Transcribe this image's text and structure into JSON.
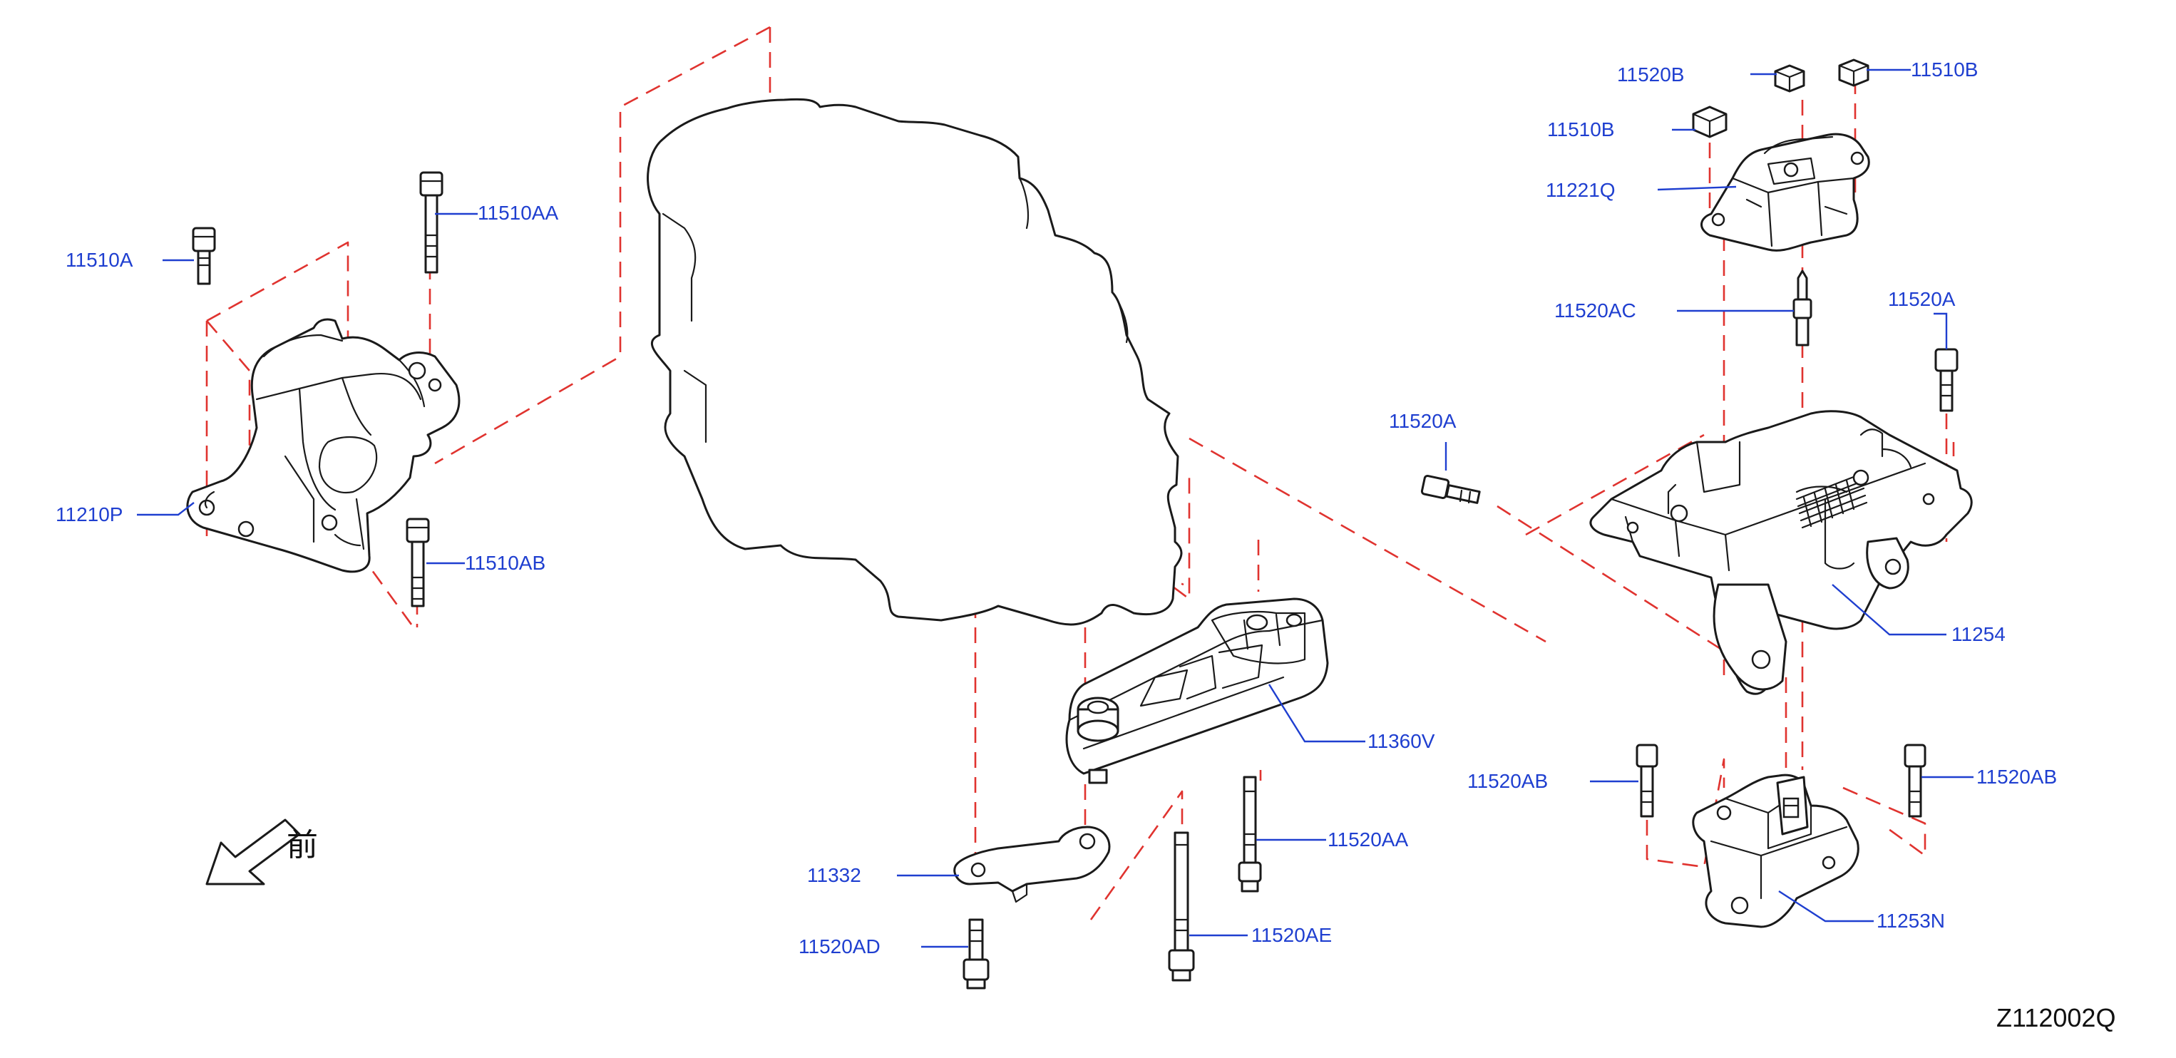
{
  "diagram": {
    "reference_code": "Z112002Q",
    "direction_label": "前",
    "colors": {
      "callout_text": "#1f3fd0",
      "leader_line": "#1f3fd0",
      "assembly_dash": "#e0332f",
      "outline": "#1a1a1a"
    },
    "callouts": [
      {
        "id": "c1",
        "text": "11510AA"
      },
      {
        "id": "c2",
        "text": "11510A"
      },
      {
        "id": "c3",
        "text": "11210P"
      },
      {
        "id": "c4",
        "text": "11510AB"
      },
      {
        "id": "c5",
        "text": "11520B"
      },
      {
        "id": "c6",
        "text": "11510B"
      },
      {
        "id": "c7",
        "text": "11510B"
      },
      {
        "id": "c8",
        "text": "11221Q"
      },
      {
        "id": "c9",
        "text": "11520AC"
      },
      {
        "id": "c10",
        "text": "11520A"
      },
      {
        "id": "c11",
        "text": "11520A"
      },
      {
        "id": "c12",
        "text": "11254"
      },
      {
        "id": "c13",
        "text": "11360V"
      },
      {
        "id": "c14",
        "text": "11520AA"
      },
      {
        "id": "c15",
        "text": "11332"
      },
      {
        "id": "c16",
        "text": "11520AD"
      },
      {
        "id": "c17",
        "text": "11520AE"
      },
      {
        "id": "c18",
        "text": "11520AB"
      },
      {
        "id": "c19",
        "text": "11520AB"
      },
      {
        "id": "c20",
        "text": "11253N"
      }
    ],
    "icons": [
      "front-direction-arrow-icon",
      "bolt-icon",
      "nut-icon",
      "stud-icon"
    ]
  }
}
